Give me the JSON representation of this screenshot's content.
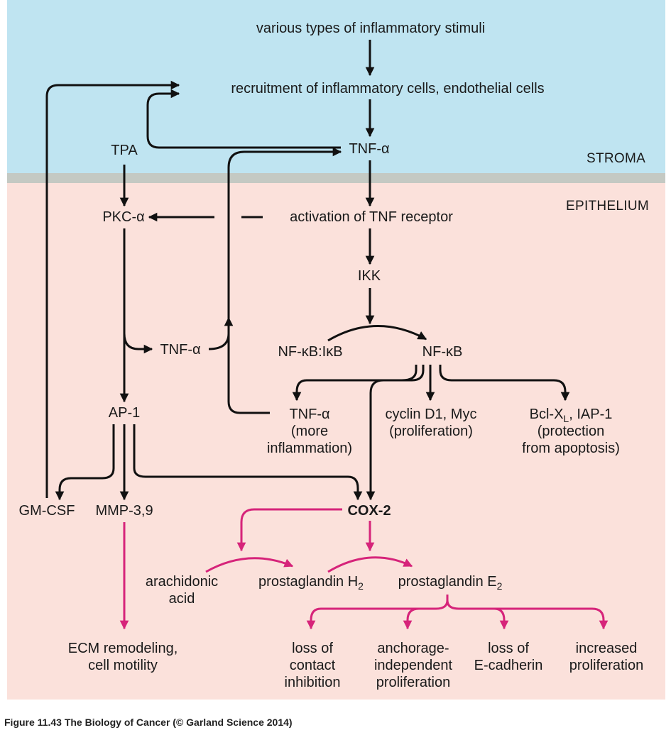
{
  "regions": {
    "stroma": "STROMA",
    "epithelium": "EPITHELIUM"
  },
  "nodes": {
    "stimuli": "various types of inflammatory stimuli",
    "recruitment": "recruitment of inflammatory cells, endothelial cells",
    "tpa": "TPA",
    "tnf_stroma": "TNF-α",
    "pkc": "PKC-α",
    "tnf_receptor": "activation of TNF receptor",
    "ikk": "IKK",
    "tnf_mid": "TNF-α",
    "nfkb_ikb": "NF-κB:IκB",
    "nfkb": "NF-κB",
    "ap1": "AP-1",
    "tnf_more_l1": "TNF-α",
    "tnf_more_l2": "(more",
    "tnf_more_l3": "inflammation)",
    "cyclin_l1": "cyclin D1, Myc",
    "cyclin_l2": "(proliferation)",
    "bcl_main": "Bcl-X",
    "bcl_sub": "L",
    "bcl_rest": ", IAP-1",
    "bcl_l2": "(protection",
    "bcl_l3": "from apoptosis)",
    "gmcsf": "GM-CSF",
    "mmp": "MMP-3,9",
    "cox2": "COX-2",
    "arach_l1": "arachidonic",
    "arach_l2": "acid",
    "pgh2_main": "prostaglandin H",
    "pgh2_sub": "2",
    "pge2_main": "prostaglandin E",
    "pge2_sub": "2",
    "ecm_l1": "ECM remodeling,",
    "ecm_l2": "cell motility",
    "loss_contact_l1": "loss of",
    "loss_contact_l2": "contact",
    "loss_contact_l3": "inhibition",
    "anchorage_l1": "anchorage-",
    "anchorage_l2": "independent",
    "anchorage_l3": "proliferation",
    "ecad_l1": "loss of",
    "ecad_l2": "E-cadherin",
    "incprolif_l1": "increased",
    "incprolif_l2": "proliferation"
  },
  "caption": "Figure 11.43  The Biology of Cancer (© Garland Science 2014)",
  "colors": {
    "stroma": "#bfe4f1",
    "epithelium": "#fbe1db",
    "divider": "#c4c9c3",
    "black_arrow": "#111111",
    "magenta_arrow": "#d6247a"
  }
}
